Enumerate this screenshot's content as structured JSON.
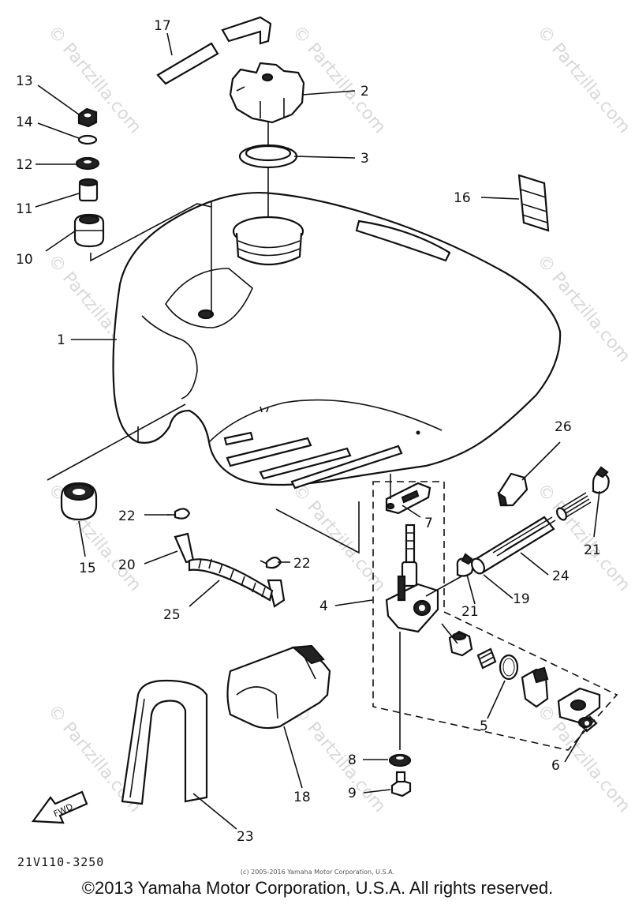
{
  "watermark": "© Partzilla.com",
  "drawing_code": "21V110-3250",
  "small_copyright": "(c) 2005-2016 Yamaha Motor Corporation, U.S.A.",
  "copyright": "©2013 Yamaha Motor Corporation, U.S.A. All rights reserved.",
  "fwd_label": "FWD",
  "callouts": {
    "c17": "17",
    "c2": "2",
    "c3": "3",
    "c13": "13",
    "c14": "14",
    "c12": "12",
    "c11": "11",
    "c10": "10",
    "c16": "16",
    "c1": "1",
    "c26": "26",
    "c7": "7",
    "c21a": "21",
    "c22a": "22",
    "c15": "15",
    "c20": "20",
    "c22b": "22",
    "c24": "24",
    "c19": "19",
    "c21b": "21",
    "c4": "4",
    "c25": "25",
    "c5": "5",
    "c6": "6",
    "c8": "8",
    "c9": "9",
    "c18": "18",
    "c23": "23"
  }
}
